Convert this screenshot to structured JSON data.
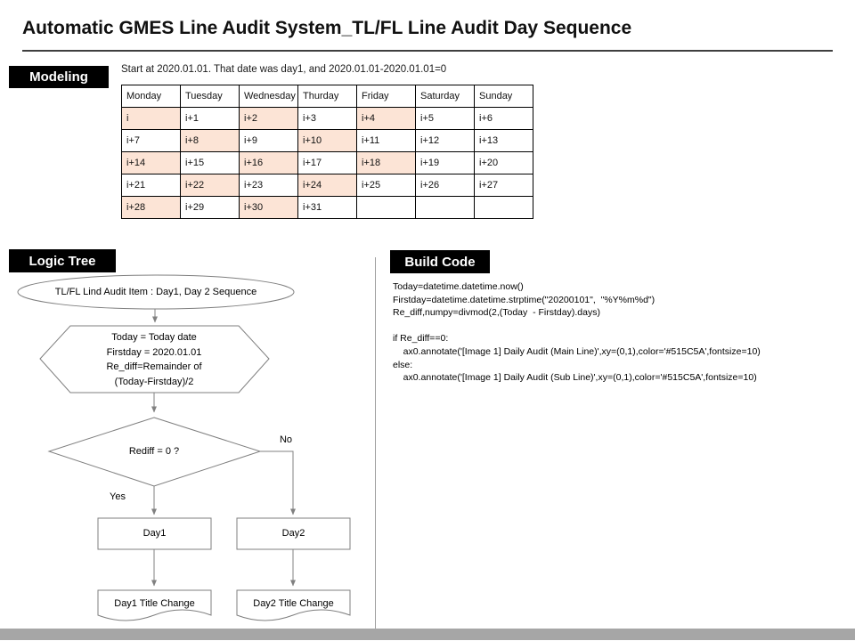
{
  "title": "Automatic GMES Line Audit System_TL/FL Line Audit Day Sequence",
  "colors": {
    "table_highlight": "#fce4d6",
    "badge_bg": "#000000",
    "footer_bar": "#a6a6a6"
  },
  "modeling": {
    "label": "Modeling",
    "note": "Start at 2020.01.01. That date was day1, and 2020.01.01-2020.01.01=0",
    "table": {
      "headers": [
        "Monday",
        "Tuesday",
        "Wednesday",
        "Thurday",
        "Friday",
        "Saturday",
        "Sunday"
      ],
      "rows": [
        [
          "i",
          "i+1",
          "i+2",
          "i+3",
          "i+4",
          "i+5",
          "i+6"
        ],
        [
          "i+7",
          "i+8",
          "i+9",
          "i+10",
          "i+11",
          "i+12",
          "i+13"
        ],
        [
          "i+14",
          "i+15",
          "i+16",
          "i+17",
          "i+18",
          "i+19",
          "i+20"
        ],
        [
          "i+21",
          "i+22",
          "i+23",
          "i+24",
          "i+25",
          "i+26",
          "i+27"
        ],
        [
          "i+28",
          "i+29",
          "i+30",
          "i+31",
          "",
          "",
          ""
        ]
      ],
      "highlight_cells": [
        [
          0,
          0
        ],
        [
          0,
          2
        ],
        [
          0,
          4
        ],
        [
          1,
          1
        ],
        [
          1,
          3
        ],
        [
          2,
          0
        ],
        [
          2,
          2
        ],
        [
          2,
          4
        ],
        [
          3,
          1
        ],
        [
          3,
          3
        ],
        [
          4,
          0
        ],
        [
          4,
          2
        ]
      ],
      "highlight_color": "#fce4d6"
    }
  },
  "logic_tree": {
    "label": "Logic Tree",
    "start": "TL/FL Lind Audit Item : Day1, Day 2 Sequence",
    "process_lines": [
      "Today = Today date",
      "Firstday = 2020.01.01",
      "Re_diff=Remainder of",
      "(Today-Firstday)/2"
    ],
    "decision": "Rediff = 0 ?",
    "yes_label": "Yes",
    "no_label": "No",
    "day1": "Day1",
    "day2": "Day2",
    "day1_doc": "Day1 Title Change",
    "day2_doc": "Day2 Title Change"
  },
  "build_code": {
    "label": "Build Code",
    "lines": [
      "Today=datetime.datetime.now()",
      "Firstday=datetime.datetime.strptime(\"20200101\",  \"%Y%m%d\")",
      "Re_diff,numpy=divmod(2,(Today  - Firstday).days)",
      "",
      "if Re_diff==0:",
      "    ax0.annotate('[Image 1] Daily Audit (Main Line)',xy=(0,1),color='#515C5A',fontsize=10)",
      "else:",
      "    ax0.annotate('[Image 1] Daily Audit (Sub Line)',xy=(0,1),color='#515C5A',fontsize=10)"
    ]
  }
}
